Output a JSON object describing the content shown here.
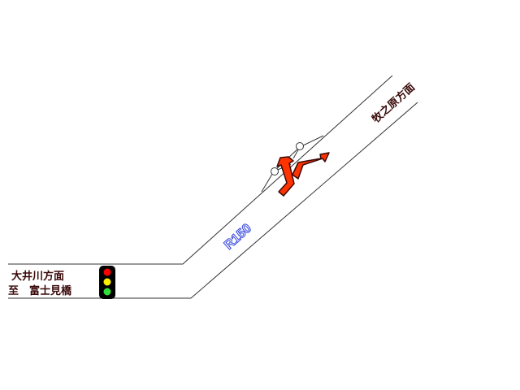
{
  "labels": {
    "left_line1": "大井川方面",
    "left_line2": "至　富士見橋",
    "upper_right": "牧之原方面",
    "route": "R150"
  },
  "signal": {
    "lights": [
      "red",
      "yellow",
      "green"
    ]
  },
  "colors": {
    "arrow_fill": "#ff3300",
    "arrow_outline": "#3a0a0a",
    "route_label": "#3344dd",
    "text": "#3a0a0a",
    "road_line": "#333333",
    "signal_red": "#ff0000",
    "signal_yellow": "#ffee00",
    "signal_green": "#33dd33"
  }
}
